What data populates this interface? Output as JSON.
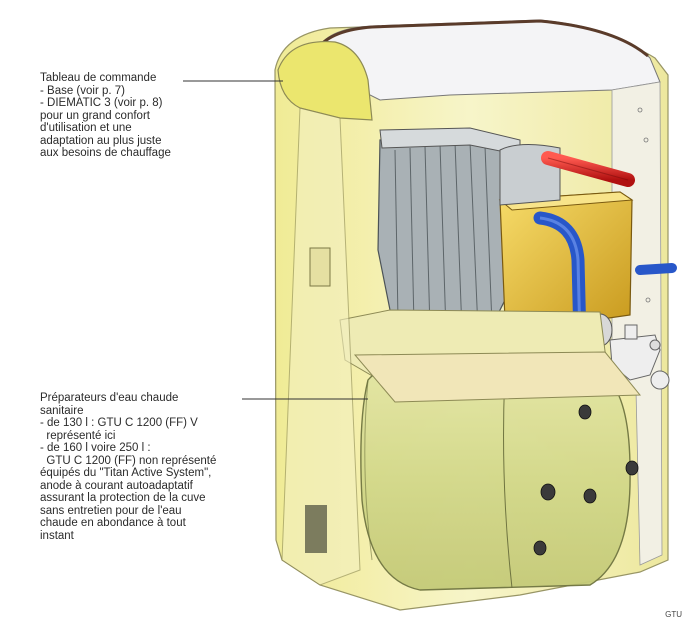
{
  "callouts": {
    "control_panel": {
      "lines": [
        "Tableau de commande",
        "- Base (voir p. 7)",
        "- DIEMATIC 3 (voir p. 8)",
        "pour un grand confort",
        "d'utilisation et une",
        "adaptation au plus juste",
        "aux besoins de chauffage"
      ]
    },
    "water_heaters": {
      "lines": [
        "Préparateurs d'eau chaude",
        "sanitaire",
        "- de 130 l : GTU C 1200 (FF) V",
        "  représenté ici",
        "- de 160 l voire 250 l :",
        "  GTU C 1200 (FF) non représenté",
        "équipés du \"Titan Active System\",",
        "anode à courant autoadaptatif",
        "assurant la protection de la cuve",
        "sans entretien pour de l'eau",
        "chaude en abondance à tout",
        "instant"
      ]
    }
  },
  "reference_code": "GTU",
  "colors": {
    "casing_yellow": "#f2efa6",
    "tank_green": "#d9dc8e",
    "hot_pipe_red": "#e0262a",
    "cold_pipe_blue": "#2857c9",
    "heat_exchanger_gold": "#e8c544",
    "burner_grey": "#9aa3a8"
  }
}
